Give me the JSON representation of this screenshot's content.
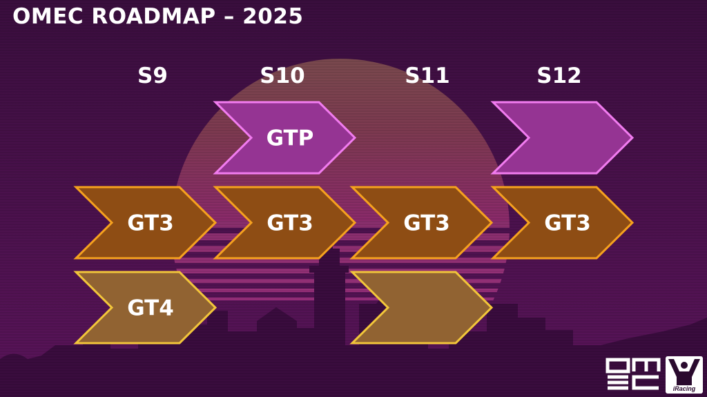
{
  "title": "OMEC ROADMAP – 2025",
  "seasons": [
    "S9",
    "S10",
    "S11",
    "S12"
  ],
  "rows": [
    {
      "class": "GTP",
      "cells": [
        false,
        true,
        false,
        true
      ],
      "labels": [
        "",
        "GTP",
        "",
        ""
      ]
    },
    {
      "class": "GT3",
      "cells": [
        true,
        true,
        true,
        true
      ],
      "labels": [
        "GT3",
        "GT3",
        "GT3",
        "GT3"
      ]
    },
    {
      "class": "GT4",
      "cells": [
        true,
        false,
        true,
        false
      ],
      "labels": [
        "GT4",
        "",
        "",
        ""
      ]
    }
  ],
  "colors": {
    "background": "#3a0f3e",
    "gtp_fill": "#953493",
    "gtp_stroke": "#f27cf0",
    "gt3_fill": "#8e4d14",
    "gt3_stroke": "#f6a21e",
    "gt4_fill": "#916332",
    "gt4_stroke": "#f2c63a"
  },
  "logos": {
    "omec": "OMEC",
    "iracing": "iRacing"
  }
}
